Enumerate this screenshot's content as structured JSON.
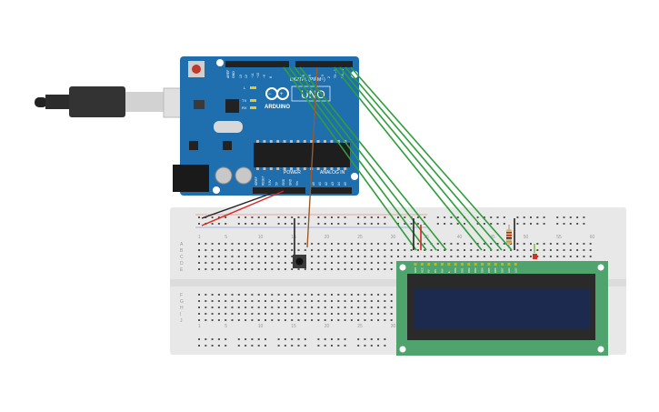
{
  "arduino": {
    "logo_text": "ARDUINO",
    "model": "UNO",
    "digital_label": "DIGITAL (PWM~)",
    "power_label": "POWER",
    "analog_label": "ANALOG IN",
    "led_labels": [
      "L",
      "TX",
      "RX"
    ],
    "top_pins": [
      "AREF",
      "GND",
      "13",
      "12",
      "~11",
      "~10",
      "~9",
      "8",
      "7",
      "~6",
      "~5",
      "4",
      "~3",
      "2",
      "TX→1",
      "RX←0"
    ],
    "power_pins": [
      "IOREF",
      "RESET",
      "3.3V",
      "5V",
      "GND",
      "GND",
      "Vin"
    ],
    "analog_pins": [
      "A0",
      "A1",
      "A2",
      "A3",
      "A4",
      "A5"
    ]
  },
  "breadboard": {
    "column_numbers": [
      "1",
      "5",
      "10",
      "15",
      "20",
      "25",
      "30",
      "35",
      "40",
      "45",
      "50",
      "55",
      "60"
    ],
    "rows_top": [
      "A",
      "B",
      "C",
      "D",
      "E"
    ],
    "rows_bottom": [
      "F",
      "G",
      "H",
      "I",
      "J"
    ]
  },
  "lcd": {
    "pin_labels": [
      "GND",
      "VCC",
      "V0",
      "RS",
      "RW",
      "E",
      "DB0",
      "DB1",
      "DB2",
      "DB3",
      "DB4",
      "DB5",
      "DB6",
      "DB7",
      "LED",
      "LED"
    ]
  },
  "colors": {
    "board_blue": "#1f6fae",
    "breadboard": "#e8e8e8",
    "lcd_green": "#4fa36d",
    "lcd_screen": "#1b2a4e",
    "wire_green": "#2e9e3a",
    "wire_red": "#d9261c",
    "wire_black": "#222222",
    "wire_brown": "#9a5a2a"
  }
}
